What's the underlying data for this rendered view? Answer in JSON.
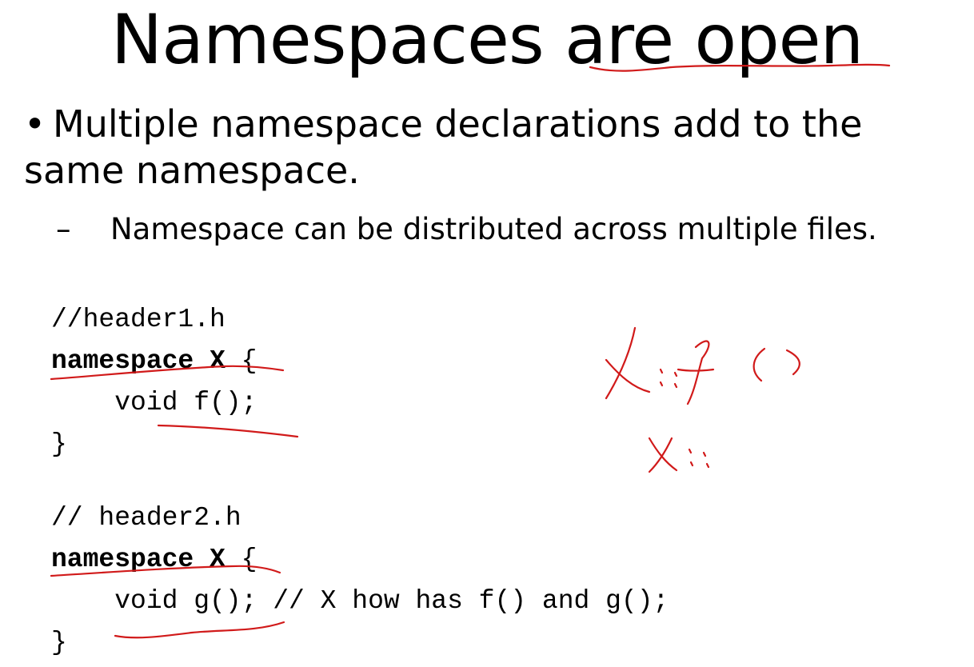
{
  "slide": {
    "title": "Namespaces are open",
    "bullet": {
      "marker": "•",
      "text": "Multiple namespace declarations add to the same namespace."
    },
    "sub_bullet": {
      "marker": "–",
      "text": "Namespace can be distributed across multiple files."
    }
  },
  "code": {
    "block1": {
      "comment": "//header1.h",
      "keyword": "namespace X",
      "open_brace": " {",
      "body": "    void f();",
      "close_brace": "}"
    },
    "block2": {
      "comment": "// header2.h",
      "keyword": "namespace X",
      "open_brace": " {",
      "body": "    void g(); // X how has f() and g();",
      "close_brace": "}"
    }
  },
  "annotations": {
    "ink_color": "#d11a1a"
  }
}
